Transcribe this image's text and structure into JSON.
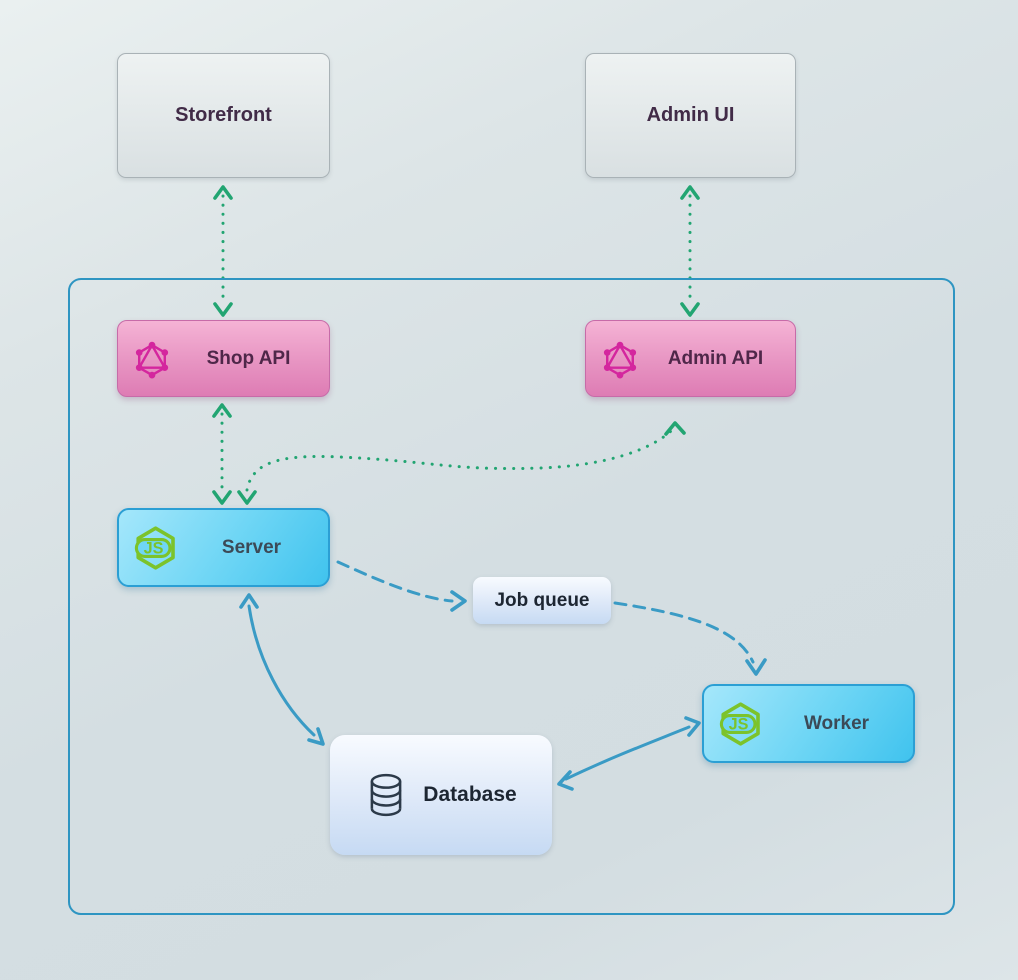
{
  "diagram": {
    "nodes": {
      "storefront": {
        "label": "Storefront"
      },
      "admin_ui": {
        "label": "Admin UI"
      },
      "shop_api": {
        "label": "Shop API",
        "icon": "graphql-icon"
      },
      "admin_api": {
        "label": "Admin API",
        "icon": "graphql-icon"
      },
      "server": {
        "label": "Server",
        "icon": "nodejs-icon"
      },
      "job_queue": {
        "label": "Job queue"
      },
      "worker": {
        "label": "Worker",
        "icon": "nodejs-icon"
      },
      "database": {
        "label": "Database",
        "icon": "database-icon"
      }
    },
    "edges": [
      {
        "from": "Storefront",
        "to": "Shop API",
        "style": "dotted",
        "bidirectional": true
      },
      {
        "from": "Admin UI",
        "to": "Admin API",
        "style": "dotted",
        "bidirectional": true
      },
      {
        "from": "Shop API",
        "to": "Server",
        "style": "dotted",
        "bidirectional": true
      },
      {
        "from": "Server",
        "to": "Admin API",
        "style": "dotted",
        "bidirectional": true
      },
      {
        "from": "Server",
        "to": "Job queue",
        "style": "dashed",
        "bidirectional": false
      },
      {
        "from": "Job queue",
        "to": "Worker",
        "style": "dashed",
        "bidirectional": false
      },
      {
        "from": "Server",
        "to": "Database",
        "style": "solid",
        "bidirectional": true
      },
      {
        "from": "Database",
        "to": "Worker",
        "style": "solid",
        "bidirectional": true
      }
    ],
    "colors": {
      "green_arrow": "#22a572",
      "blue_arrow": "#3a9bc5",
      "container_border": "#2e95c2",
      "graphql_pink": "#d4269e",
      "nodejs_green": "#7cc32b",
      "db_icon_ink": "#2c3a49",
      "pink_node_from": "#f5b3d5",
      "pink_node_to": "#de7cb4",
      "blue_node_from": "#a5e7fb",
      "blue_node_to": "#40c3ee",
      "plain_node_from": "#eef2f2",
      "plain_node_to": "#d9e0e2",
      "light_node_from": "#f8fbff",
      "light_node_to": "#c6daf3"
    }
  }
}
